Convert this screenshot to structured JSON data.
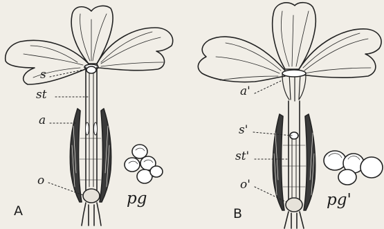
{
  "figure": {
    "panel_a": {
      "letter": "A",
      "labels": {
        "s": "s",
        "st": "st",
        "a": "a",
        "o": "o",
        "pg": "pg"
      }
    },
    "panel_b": {
      "letter": "B",
      "labels": {
        "a": "a'",
        "s": "s'",
        "st": "st'",
        "o": "o'",
        "pg": "pg'"
      }
    }
  }
}
